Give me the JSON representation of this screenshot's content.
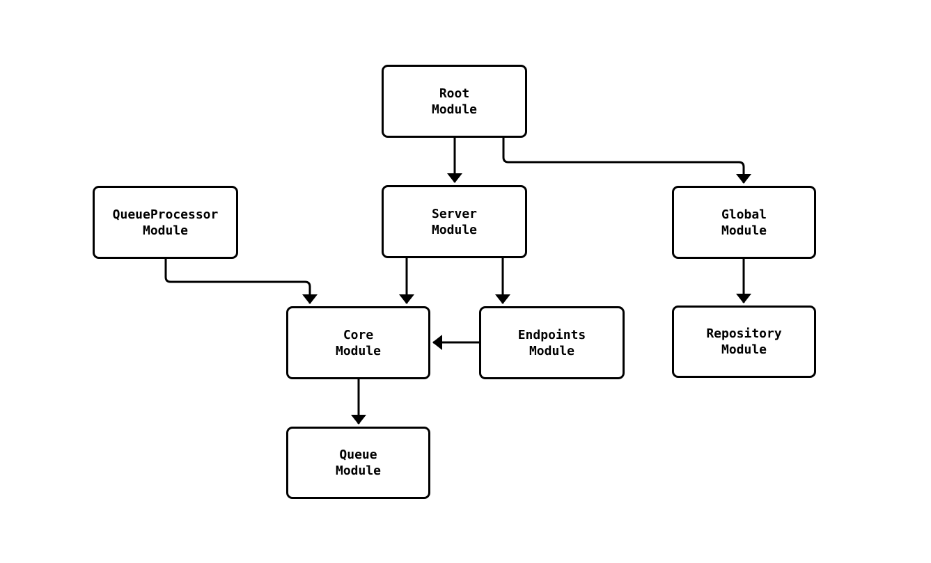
{
  "diagram": {
    "background_color": "#ffffff",
    "line_color": "#000000",
    "node_fill_color": "#ffffff",
    "nodes": [
      {
        "id": "root",
        "label": "Root\nModule"
      },
      {
        "id": "queueprocessor",
        "label": "QueueProcessor\nModule"
      },
      {
        "id": "server",
        "label": "Server\nModule"
      },
      {
        "id": "global",
        "label": "Global\nModule"
      },
      {
        "id": "core",
        "label": "Core\nModule"
      },
      {
        "id": "endpoints",
        "label": "Endpoints\nModule"
      },
      {
        "id": "repository",
        "label": "Repository\nModule"
      },
      {
        "id": "queue",
        "label": "Queue\nModule"
      }
    ],
    "edges": [
      {
        "from": "root",
        "to": "server"
      },
      {
        "from": "root",
        "to": "global"
      },
      {
        "from": "queueprocessor",
        "to": "core"
      },
      {
        "from": "server",
        "to": "core"
      },
      {
        "from": "server",
        "to": "endpoints"
      },
      {
        "from": "endpoints",
        "to": "core"
      },
      {
        "from": "global",
        "to": "repository"
      },
      {
        "from": "core",
        "to": "queue"
      }
    ]
  }
}
